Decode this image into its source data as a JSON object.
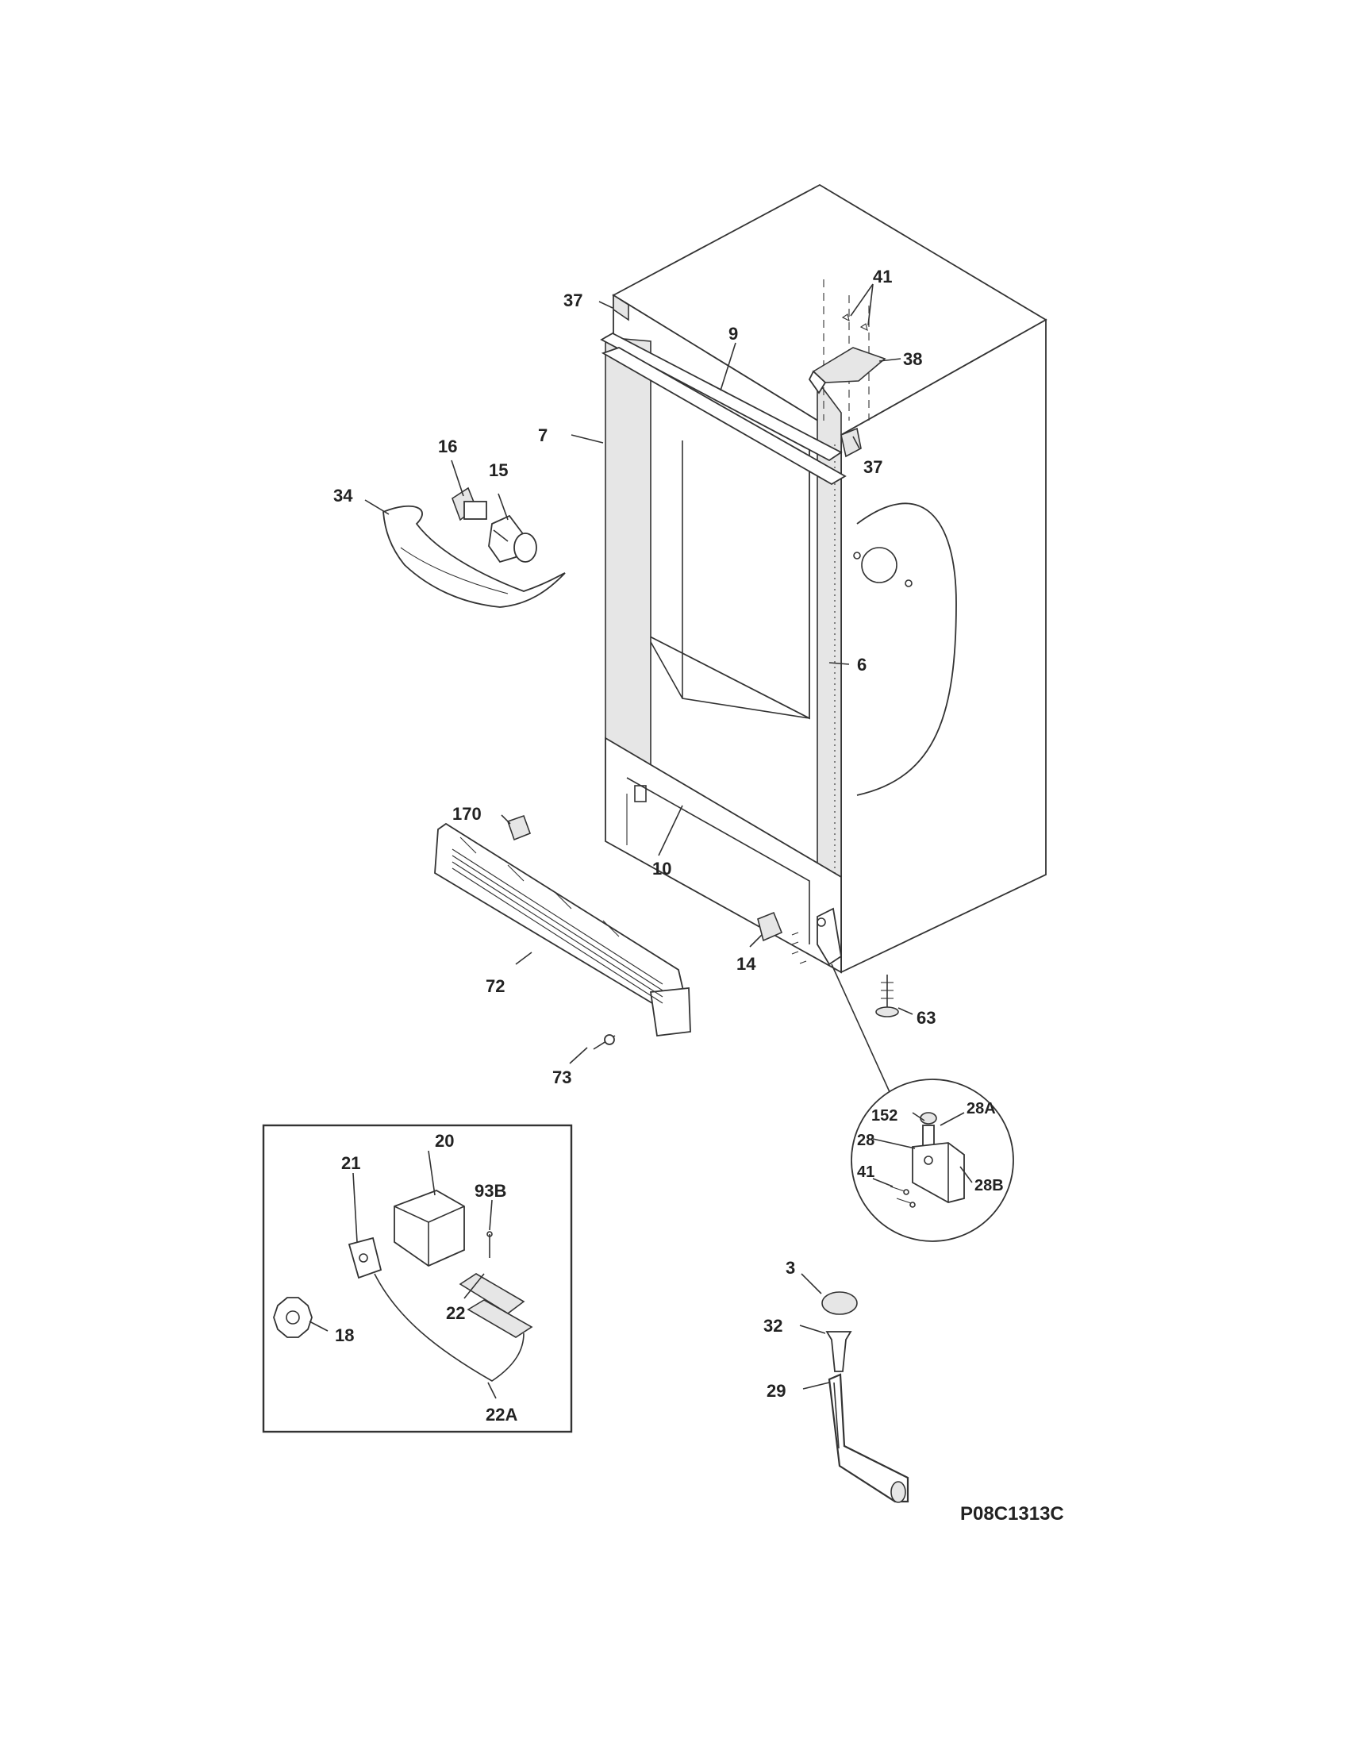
{
  "diagram": {
    "code": "P08C1313C",
    "callouts": {
      "c37a": "37",
      "c9": "9",
      "c41a": "41",
      "c38": "38",
      "c7": "7",
      "c37b": "37",
      "c16": "16",
      "c15": "15",
      "c34": "34",
      "c6": "6",
      "c170": "170",
      "c10": "10",
      "c14": "14",
      "c72": "72",
      "c63": "63",
      "c73": "73",
      "c152": "152",
      "c28a": "28A",
      "c28": "28",
      "c41b": "41",
      "c28b": "28B",
      "c20": "20",
      "c21": "21",
      "c93b": "93B",
      "c22": "22",
      "c18": "18",
      "c22a": "22A",
      "c3": "3",
      "c32": "32",
      "c29": "29"
    }
  }
}
